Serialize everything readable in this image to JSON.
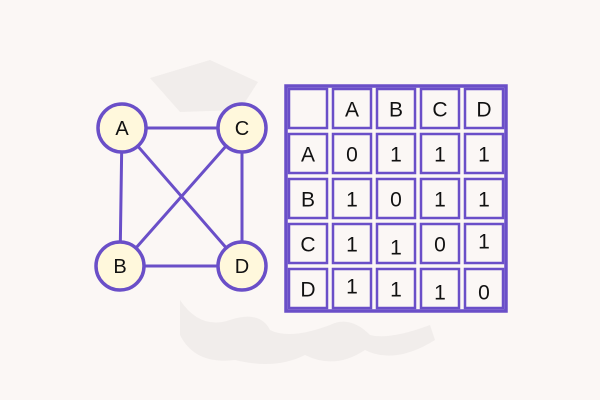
{
  "graph": {
    "nodes": [
      {
        "id": "A",
        "label": "A"
      },
      {
        "id": "C",
        "label": "C"
      },
      {
        "id": "B",
        "label": "B"
      },
      {
        "id": "D",
        "label": "D"
      }
    ],
    "edges": [
      [
        "A",
        "C"
      ],
      [
        "A",
        "B"
      ],
      [
        "A",
        "D"
      ],
      [
        "C",
        "B"
      ],
      [
        "C",
        "D"
      ],
      [
        "B",
        "D"
      ]
    ]
  },
  "matrix": {
    "col_headers": [
      "A",
      "B",
      "C",
      "D"
    ],
    "row_headers": [
      "A",
      "B",
      "C",
      "D"
    ],
    "cells": [
      [
        "0",
        "1",
        "1",
        "1"
      ],
      [
        "1",
        "0",
        "1",
        "1"
      ],
      [
        "1",
        "1",
        "0",
        "1"
      ],
      [
        "1",
        "1",
        "1",
        "0"
      ]
    ]
  },
  "colors": {
    "stroke": "#6a4fc8",
    "node_fill": "#fff8dc",
    "background": "#fbf7f5",
    "text": "#111111"
  }
}
